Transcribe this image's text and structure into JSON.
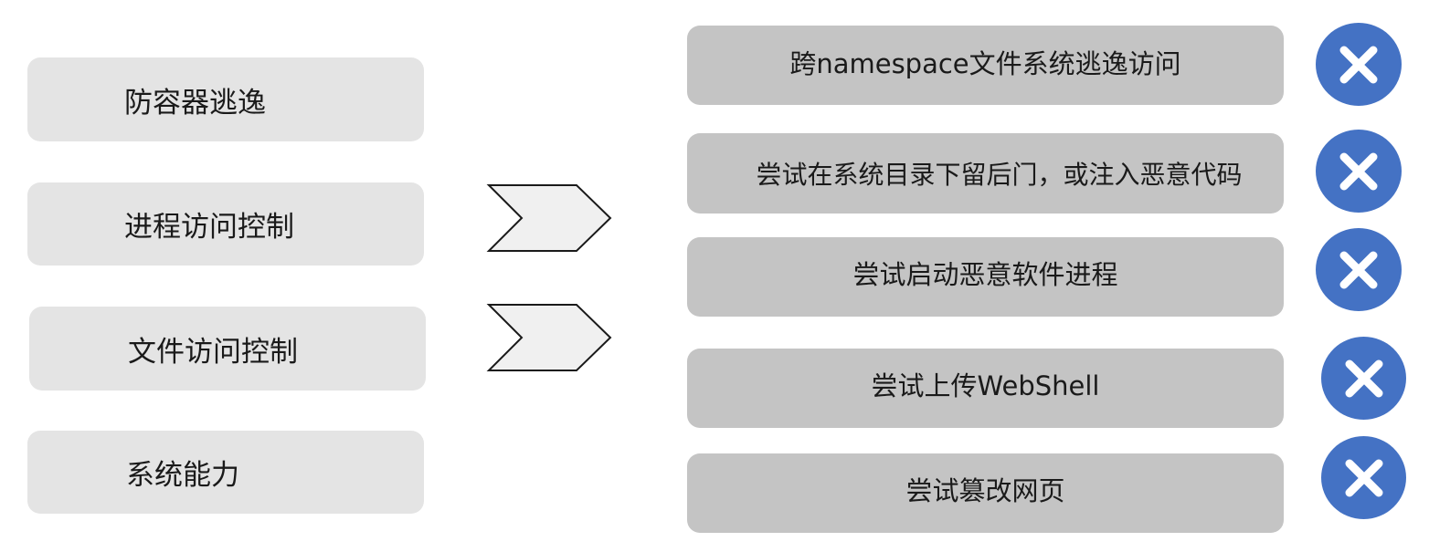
{
  "left_items": [
    {
      "label": "防容器逃逸"
    },
    {
      "label": "进程访问控制"
    },
    {
      "label": "文件访问控制"
    },
    {
      "label": "系统能力"
    }
  ],
  "right_items": [
    {
      "label": "跨namespace文件系统逃逸访问",
      "status_icon": "close-icon"
    },
    {
      "label": "尝试在系统目录下留后门，或注入恶意代码",
      "status_icon": "close-icon"
    },
    {
      "label": "尝试启动恶意软件进程",
      "status_icon": "close-icon"
    },
    {
      "label": "尝试上传WebShell",
      "status_icon": "close-icon"
    },
    {
      "label": "尝试篡改网页",
      "status_icon": "close-icon"
    }
  ],
  "colors": {
    "left_box_fill": "#e4e4e4",
    "right_box_fill": "#c4c4c4",
    "icon_fill": "#4472c4",
    "chevron_fill": "#f0f0f0",
    "chevron_stroke": "#1a1a1a"
  }
}
